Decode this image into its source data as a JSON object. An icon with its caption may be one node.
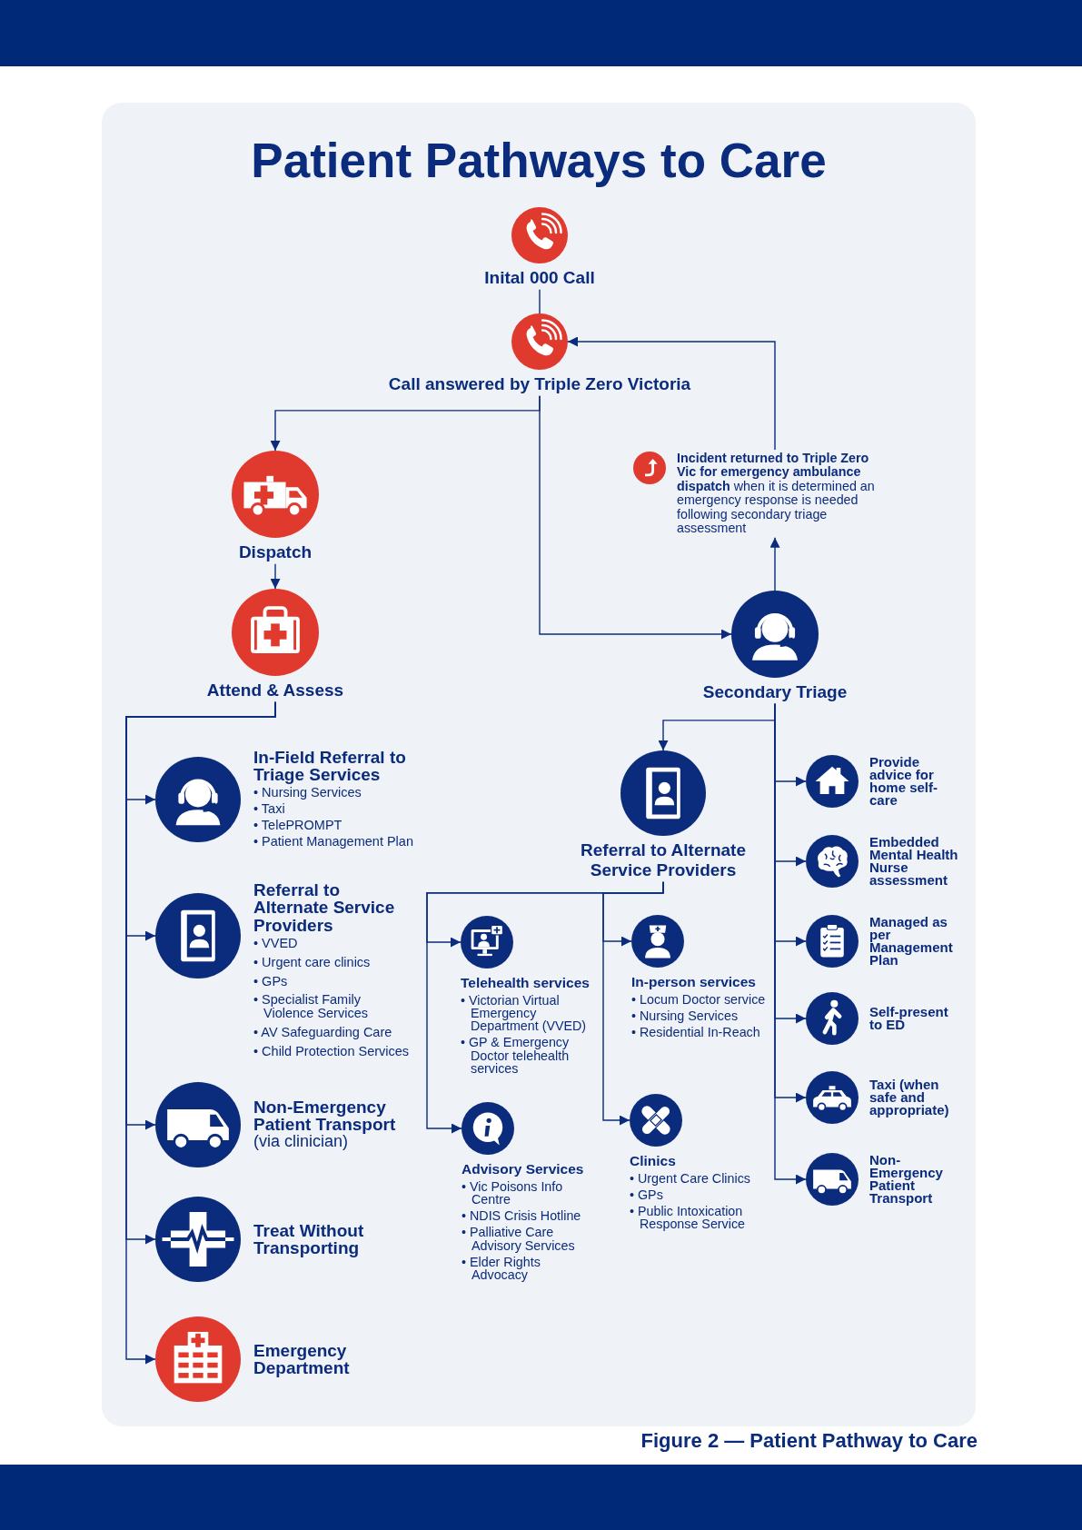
{
  "diagram": {
    "title": "Patient Pathways to Care",
    "caption": "Figure 2 — Patient Pathway to Care",
    "nodes": [
      {
        "text": [
          "Inital 000 Call"
        ]
      },
      {
        "text": [
          "Call answered by Triple Zero Victoria"
        ]
      },
      {
        "text": [
          "Dispatch"
        ]
      },
      {
        "text": [
          "**Incident returned to Triple Zero Vic for emergency ambulance dispatch** when it is determined an emergency response is needed following secondary triage assessment"
        ]
      },
      {
        "text": [
          "Attend & Assess"
        ]
      },
      {
        "text": [
          "Secondary Triage"
        ]
      },
      {
        "text": [
          "In-Field Referral to Triage Services",
          "• Nursing Services",
          "• Taxi",
          "• TelePROMPT",
          "• Patient Management Plan"
        ]
      },
      {
        "text": [
          "Referral to Alternate Service Providers",
          "• VVED",
          "• Urgent care clinics",
          "• GPs",
          "• Specialist Family Violence Services",
          "• AV Safeguarding Care",
          "• Child Protection Services"
        ]
      },
      {
        "text": [
          "Non-Emergency Patient Transport",
          "(via clinician)"
        ]
      },
      {
        "text": [
          "Treat Without Transporting"
        ]
      },
      {
        "text": [
          "Emergency Department"
        ]
      },
      {
        "text": [
          "Referral to Alternate Service Providers"
        ]
      },
      {
        "text": [
          "Telehealth services",
          "• Victorian Virtual Emergency Department (VVED)",
          "• GP & Emergency Doctor telehealth services"
        ]
      },
      {
        "text": [
          "In-person services",
          "• Locum Doctor service",
          "• Nursing Services",
          "• Residential In-Reach"
        ]
      },
      {
        "text": [
          "Advisory Services",
          "• Vic Poisons Info Centre",
          "• NDIS Crisis Hotline",
          "• Palliative Care Advisory Services",
          "• Elder Rights Advocacy"
        ]
      },
      {
        "text": [
          "Clinics",
          "• Urgent Care Clinics",
          "• GPs",
          "• Public Intoxication Response Service"
        ]
      },
      {
        "text": [
          "Provide advice for home self-care"
        ]
      },
      {
        "text": [
          "Embedded Mental Health Nurse assessment"
        ]
      },
      {
        "text": [
          "Managed as per Management Plan"
        ]
      },
      {
        "text": [
          "Self-present to ED"
        ]
      },
      {
        "text": [
          "Taxi (when safe and appropriate)"
        ]
      },
      {
        "text": [
          "Non-Emergency Patient Transport"
        ]
      }
    ],
    "edges": [
      {
        "from": 0,
        "to": 1,
        "arrow": "to"
      },
      {
        "from": 1,
        "to": 2,
        "arrow": "to"
      },
      {
        "from": 1,
        "to": 5,
        "arrow": "to"
      },
      {
        "from": 2,
        "to": 4,
        "arrow": "to"
      },
      {
        "from": 5,
        "to": 3,
        "arrow": "to"
      },
      {
        "from": 3,
        "to": 1,
        "arrow": "to"
      },
      {
        "from": 4,
        "to": 6,
        "arrow": "to"
      },
      {
        "from": 4,
        "to": 7,
        "arrow": "to"
      },
      {
        "from": 4,
        "to": 8,
        "arrow": "to"
      },
      {
        "from": 4,
        "to": 9,
        "arrow": "to"
      },
      {
        "from": 4,
        "to": 10,
        "arrow": "to"
      },
      {
        "from": 5,
        "to": 11,
        "arrow": "to"
      },
      {
        "from": 5,
        "to": 16,
        "arrow": "to"
      },
      {
        "from": 5,
        "to": 17,
        "arrow": "to"
      },
      {
        "from": 5,
        "to": 18,
        "arrow": "to"
      },
      {
        "from": 5,
        "to": 19,
        "arrow": "to"
      },
      {
        "from": 5,
        "to": 20,
        "arrow": "to"
      },
      {
        "from": 5,
        "to": 21,
        "arrow": "to"
      },
      {
        "from": 11,
        "to": 12,
        "arrow": "to"
      },
      {
        "from": 11,
        "to": 14,
        "arrow": "to"
      },
      {
        "from": 11,
        "to": 13,
        "arrow": "to"
      },
      {
        "from": 11,
        "to": 15,
        "arrow": "to"
      }
    ]
  }
}
